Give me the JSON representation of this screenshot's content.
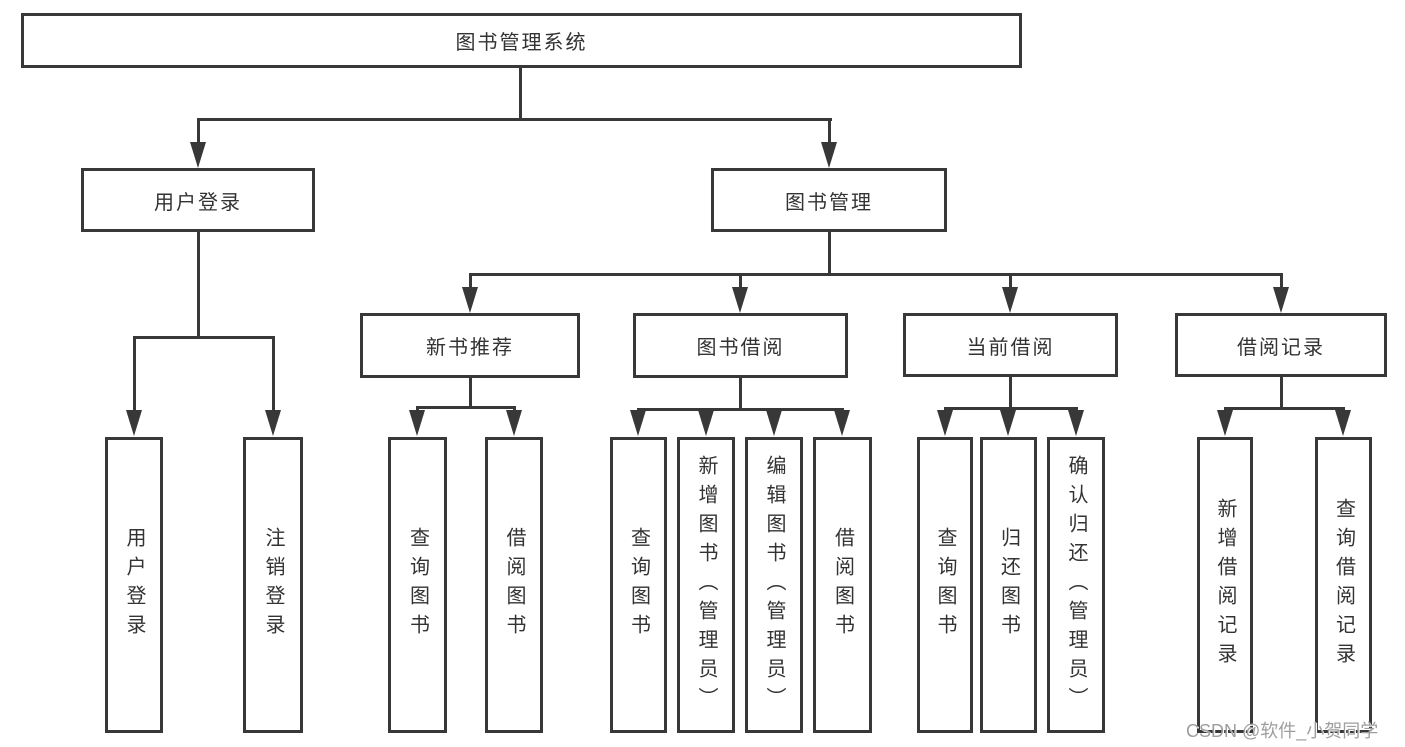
{
  "diagram": {
    "root": {
      "label": "图书管理系统"
    },
    "level2": [
      {
        "id": "user-login",
        "label": "用户登录"
      },
      {
        "id": "book-management",
        "label": "图书管理"
      }
    ],
    "level3": [
      {
        "id": "new-book-recommend",
        "label": "新书推荐",
        "parent": "book-management"
      },
      {
        "id": "book-borrow",
        "label": "图书借阅",
        "parent": "book-management"
      },
      {
        "id": "current-borrow",
        "label": "当前借阅",
        "parent": "book-management"
      },
      {
        "id": "borrow-records",
        "label": "借阅记录",
        "parent": "book-management"
      }
    ],
    "leaves": [
      {
        "id": "leaf-user-login",
        "label": "用户登录",
        "parent": "user-login"
      },
      {
        "id": "leaf-logout",
        "label": "注销登录",
        "parent": "user-login"
      },
      {
        "id": "leaf-query-books-recommend",
        "label": "查询图书",
        "parent": "new-book-recommend"
      },
      {
        "id": "leaf-borrow-books-recommend",
        "label": "借阅图书",
        "parent": "new-book-recommend"
      },
      {
        "id": "leaf-query-books-borrow",
        "label": "查询图书",
        "parent": "book-borrow"
      },
      {
        "id": "leaf-add-books-admin",
        "label": "新增图书（管理员）",
        "parent": "book-borrow"
      },
      {
        "id": "leaf-edit-books-admin",
        "label": "编辑图书（管理员）",
        "parent": "book-borrow"
      },
      {
        "id": "leaf-borrow-books",
        "label": "借阅图书",
        "parent": "book-borrow"
      },
      {
        "id": "leaf-query-books-current",
        "label": "查询图书",
        "parent": "current-borrow"
      },
      {
        "id": "leaf-return-books",
        "label": "归还图书",
        "parent": "current-borrow"
      },
      {
        "id": "leaf-confirm-return-admin",
        "label": "确认归还（管理员）",
        "parent": "current-borrow"
      },
      {
        "id": "leaf-add-borrow-record",
        "label": "新增借阅记录",
        "parent": "borrow-records"
      },
      {
        "id": "leaf-query-borrow-record",
        "label": "查询借阅记录",
        "parent": "borrow-records"
      }
    ]
  },
  "watermark": {
    "text": "CSDN @软件_小贺同学"
  },
  "colors": {
    "line": "#383838",
    "text": "#333333",
    "background": "#ffffff",
    "watermark": "#9e9e9e"
  }
}
